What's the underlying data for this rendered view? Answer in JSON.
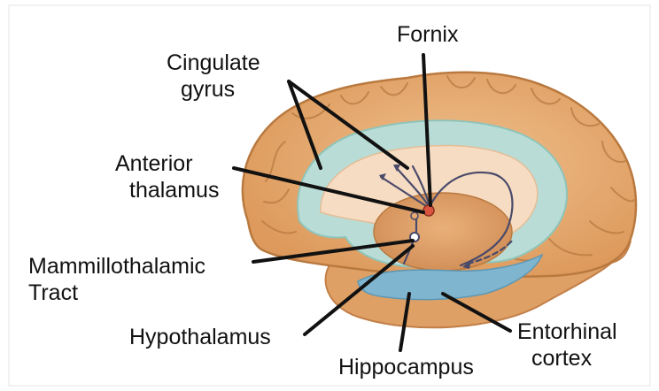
{
  "labels": {
    "cingulate_gyrus": [
      "Cingulate",
      "gyrus"
    ],
    "anterior_thalamus": [
      "Anterior",
      "thalamus"
    ],
    "mammillothalamic_tract": [
      "Mammillothalamic",
      "Tract"
    ],
    "hypothalamus": "Hypothalamus",
    "fornix": "Fornix",
    "hippocampus": "Hippocampus",
    "entorhinal_cortex": [
      "Entorhinal",
      "cortex"
    ]
  },
  "colors": {
    "cortex": "#e7a96f",
    "cortex_dark": "#c9854a",
    "cortex_light": "#f0c08e",
    "cingulate": "#b9ddd6",
    "cingulate_dark": "#8fc4ba",
    "inner": "#f6dcc2",
    "hippocampus": "#7fb5cf",
    "pointer": "#111111",
    "circuit": "#4a4a6a",
    "node": "#d9553f"
  }
}
